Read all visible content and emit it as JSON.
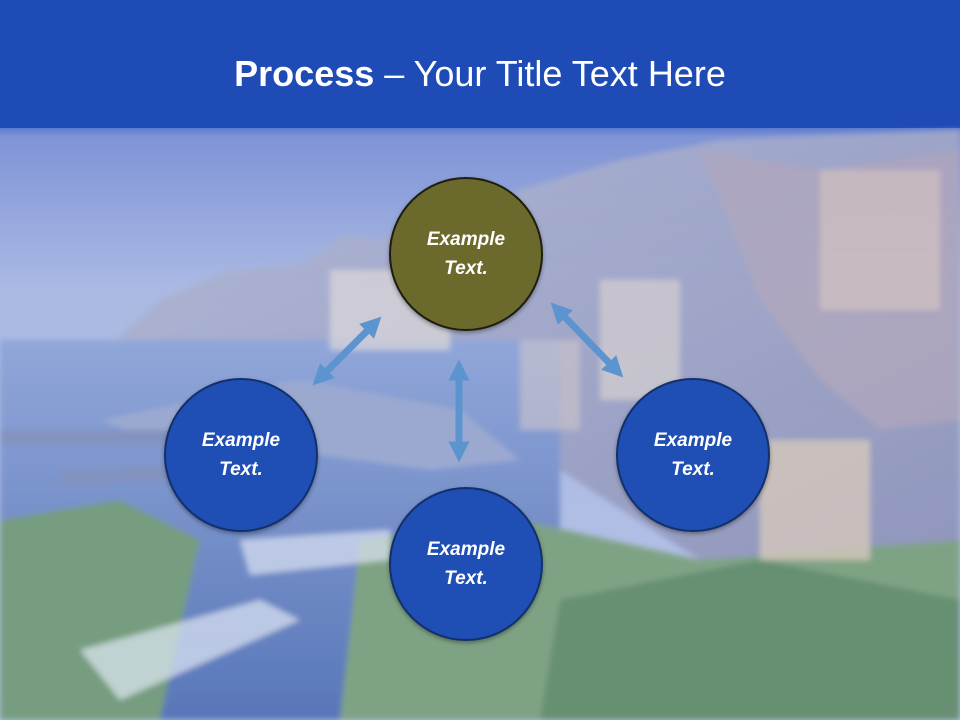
{
  "slide": {
    "title_bold": "Process",
    "title_sep": "–",
    "title_rest": "Your Title Text Here"
  },
  "nodes": [
    {
      "label_line1": "Example",
      "label_line2": "Text.",
      "fill": "#6b6a2c"
    },
    {
      "label_line1": "Example",
      "label_line2": "Text.",
      "fill": "#1f4fb4"
    },
    {
      "label_line1": "Example",
      "label_line2": "Text.",
      "fill": "#1f4fb4"
    },
    {
      "label_line1": "Example",
      "label_line2": "Text.",
      "fill": "#1f4fb4"
    }
  ],
  "colors": {
    "header_blue": "#1e49b3",
    "arrow": "#5b94cf"
  }
}
